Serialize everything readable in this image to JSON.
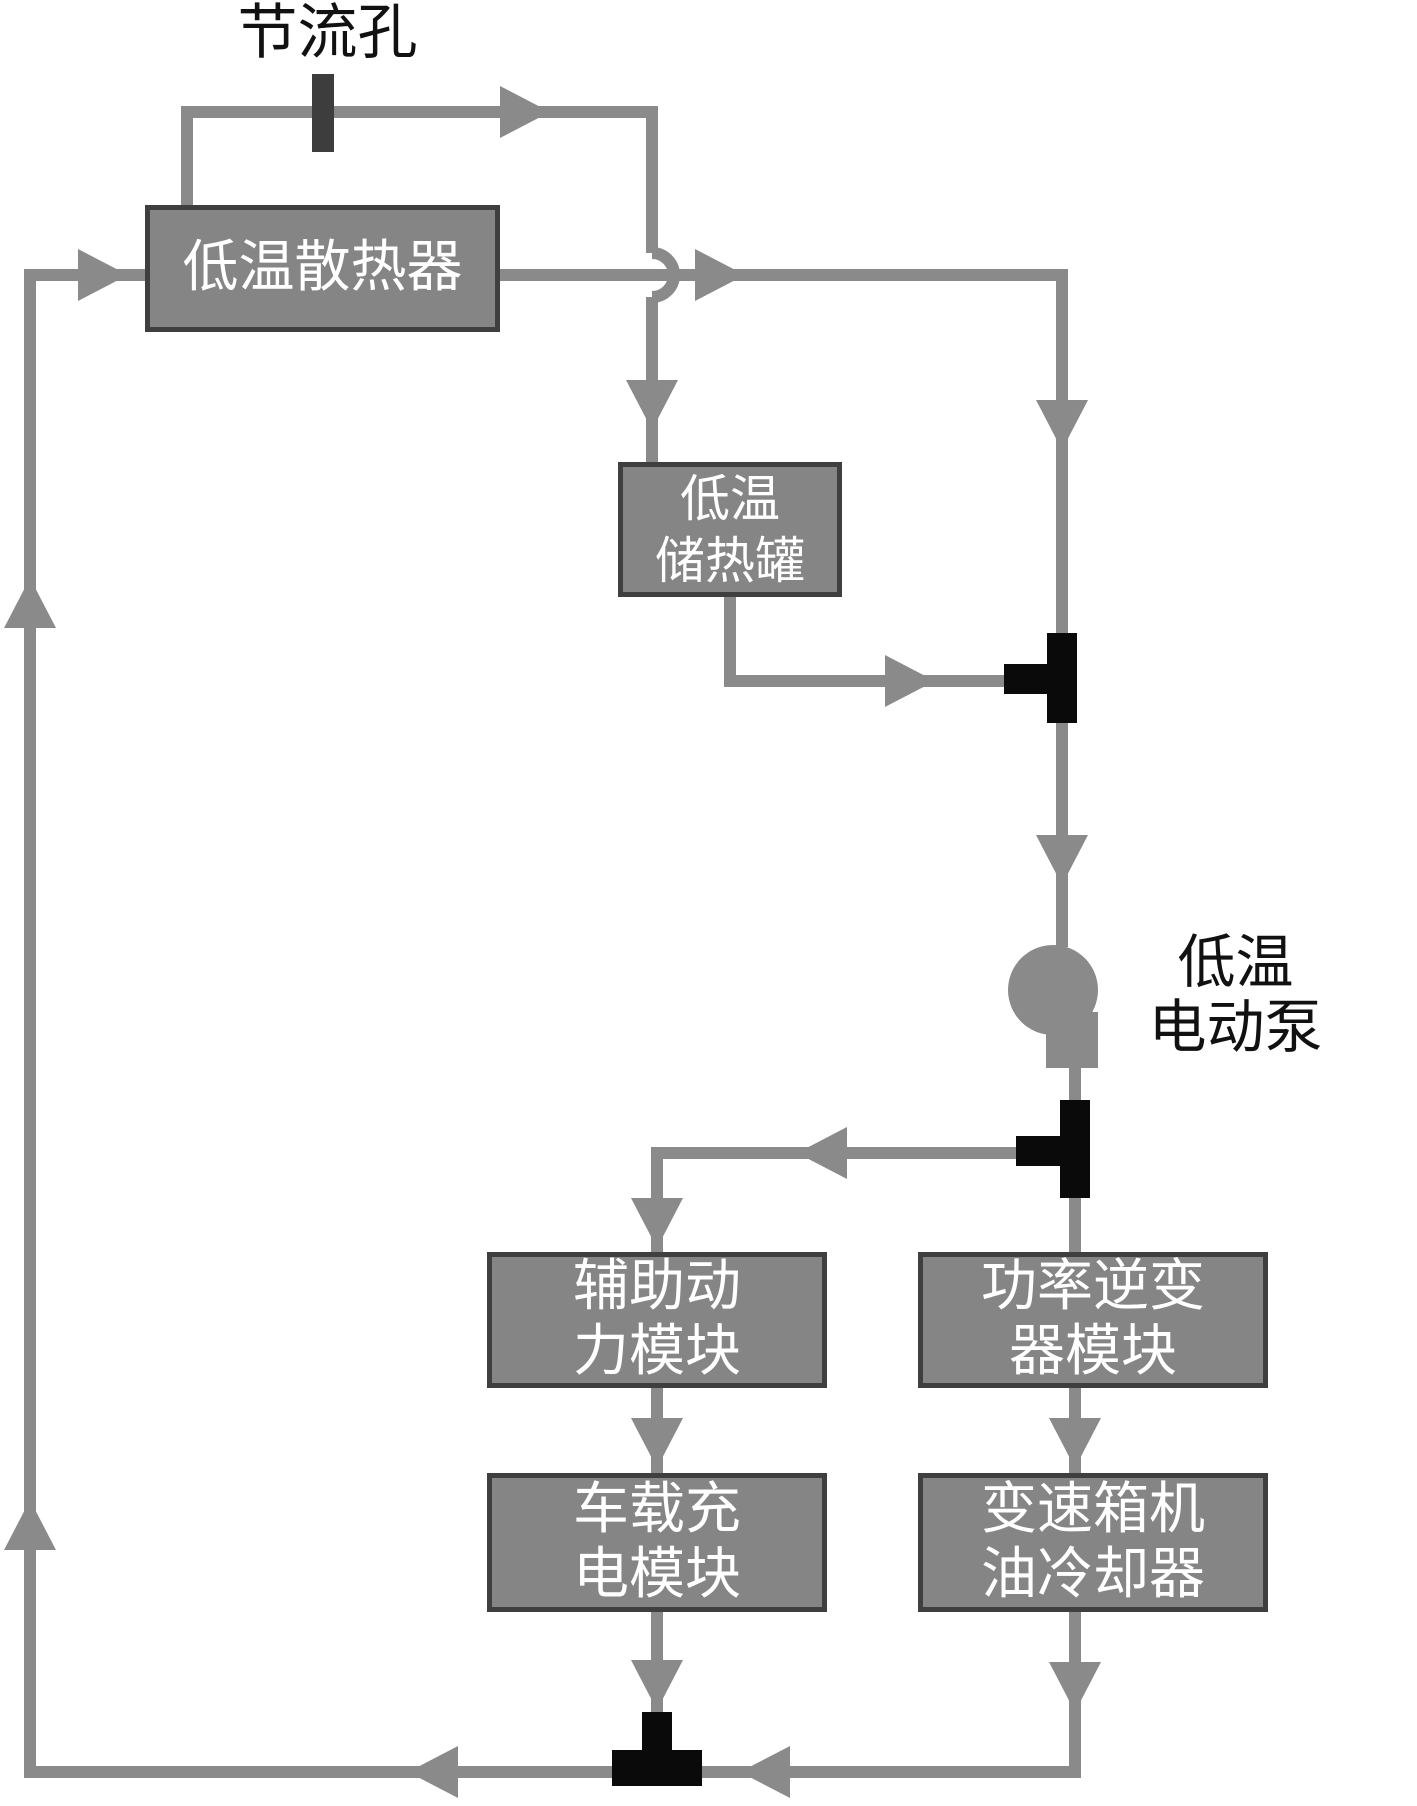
{
  "diagram": {
    "type": "coolant-circuit-flow-diagram",
    "colors": {
      "pipe": "#8a8a8a",
      "box_fill": "#858585",
      "box_border": "#3f3f3f",
      "box_text": "#ffffff",
      "junction": "#0a0a0a",
      "throttle": "#3d3d3d",
      "label_text": "#111111",
      "background": "#ffffff"
    },
    "labels": {
      "throttle_orifice": "节流孔",
      "pump_line1": "低温",
      "pump_line2": "电动泵"
    },
    "nodes": {
      "radiator": {
        "line1": "低温散热器"
      },
      "tank": {
        "line1": "低温",
        "line2": "储热罐"
      },
      "aux_power_module": {
        "line1": "辅助动",
        "line2": "力模块"
      },
      "inverter_module": {
        "line1": "功率逆变",
        "line2": "器模块"
      },
      "onboard_charger": {
        "line1": "车载充",
        "line2": "电模块"
      },
      "gearbox_oil_cooler": {
        "line1": "变速箱机",
        "line2": "油冷却器"
      }
    },
    "icons": {
      "pump": "pump-icon",
      "throttle": "throttle-orifice-icon",
      "tee": "tee-junction-icon",
      "flow_arrow": "flow-arrow-icon",
      "line_hop": "pipe-crossover-hop-icon"
    }
  }
}
